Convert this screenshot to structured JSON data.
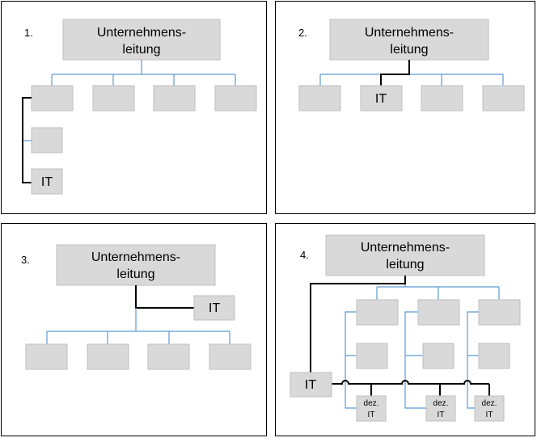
{
  "panel1": {
    "number": "1.",
    "top_line1": "Unternehmens-",
    "top_line2": "leitung",
    "it": "IT"
  },
  "panel2": {
    "number": "2.",
    "top_line1": "Unternehmens-",
    "top_line2": "leitung",
    "it": "IT"
  },
  "panel3": {
    "number": "3.",
    "top_line1": "Unternehmens-",
    "top_line2": "leitung",
    "it": "IT"
  },
  "panel4": {
    "number": "4.",
    "top_line1": "Unternehmens-",
    "top_line2": "leitung",
    "it": "IT",
    "dez_line1": "dez.",
    "dez_line2": "IT"
  },
  "colors": {
    "box_fill": "#d9d9d9",
    "connector_blue": "#5b9bd5",
    "it_line": "#000000"
  }
}
